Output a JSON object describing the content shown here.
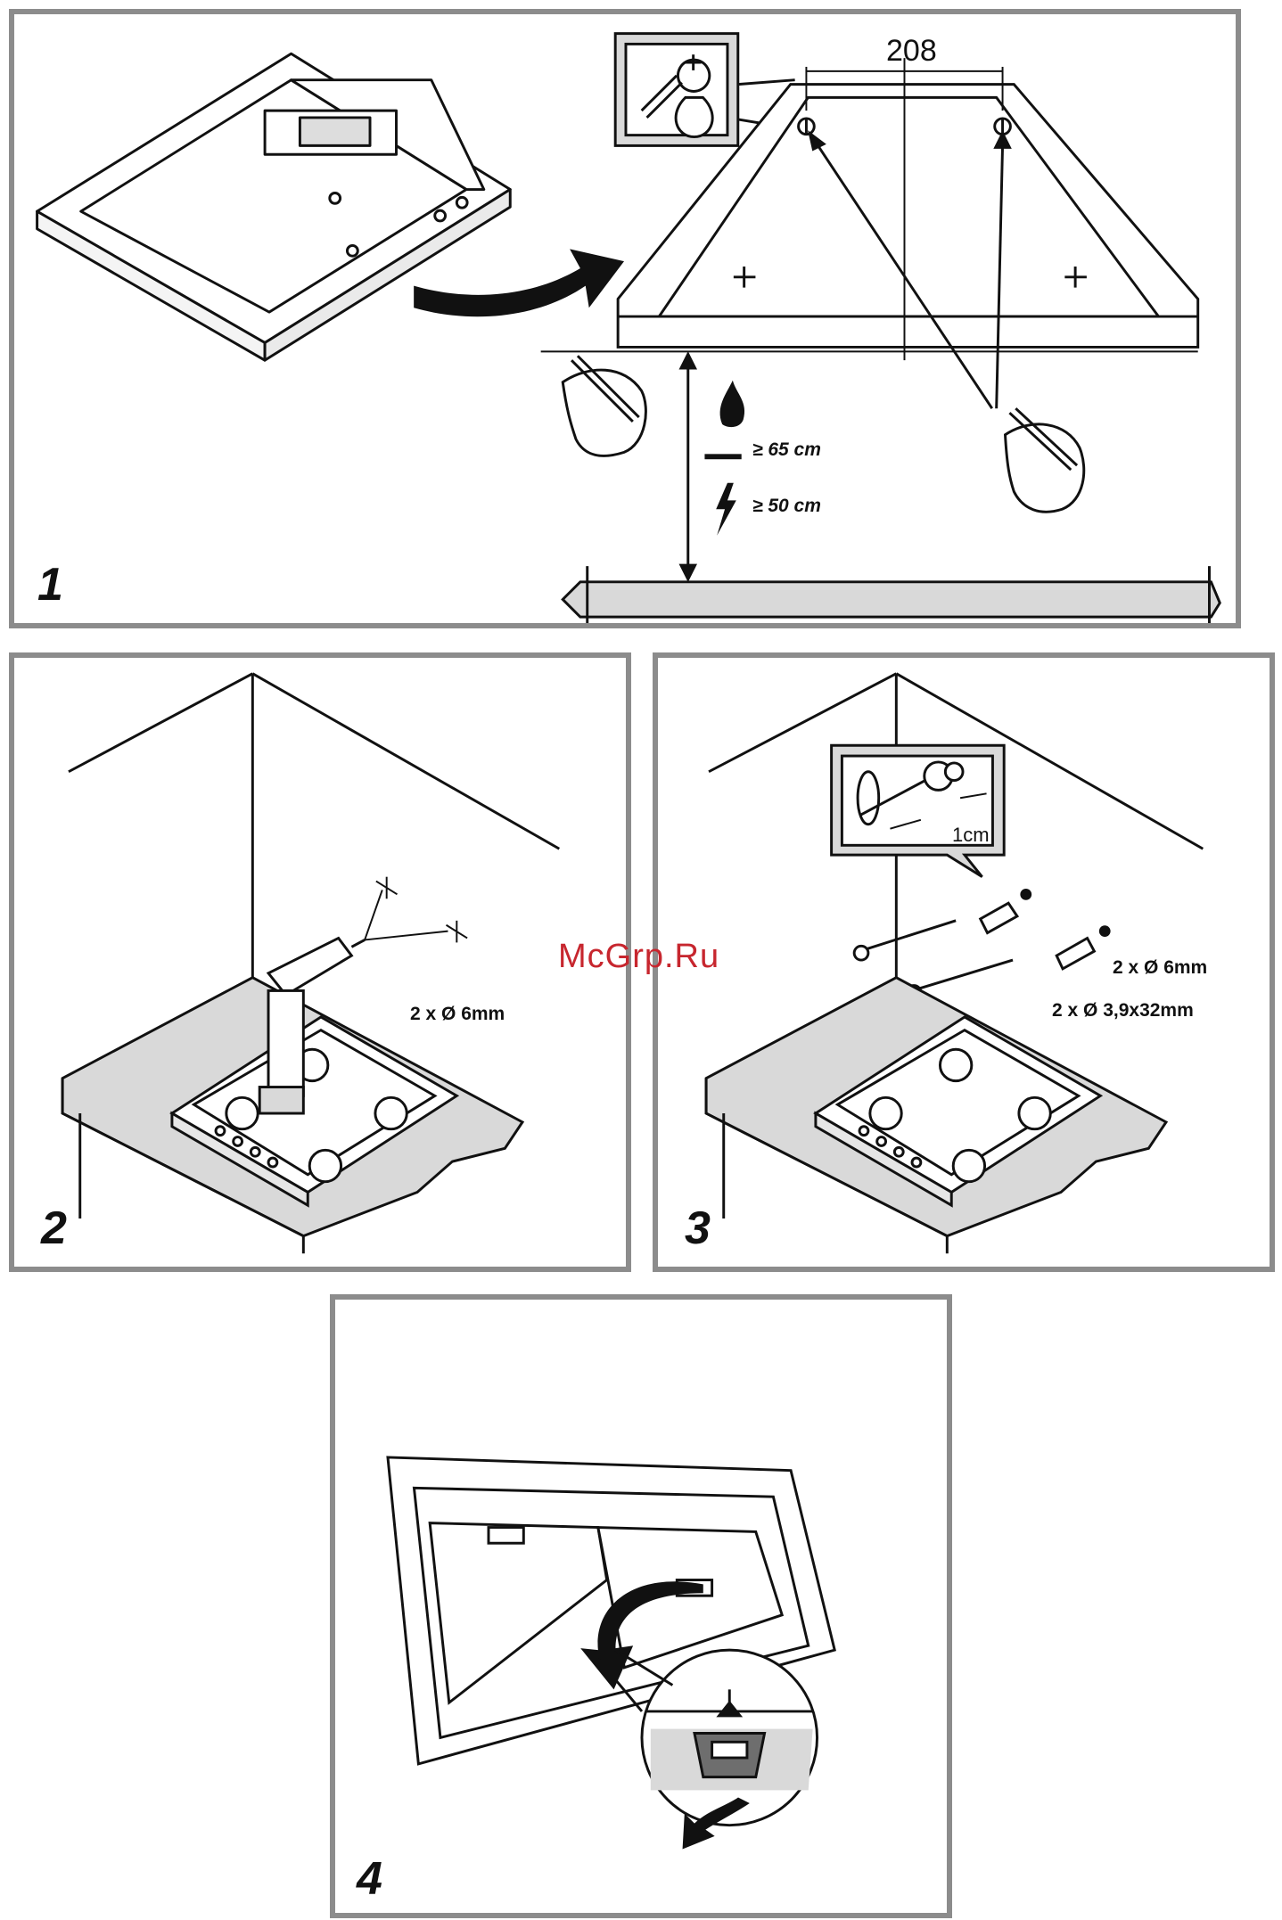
{
  "panels": [
    {
      "step": "1",
      "labels": {
        "dimension": "208",
        "gas_clearance": "≥ 65 cm",
        "electric_clearance": "≥ 50 cm"
      }
    },
    {
      "step": "2",
      "labels": {
        "drill_spec": "2 x Ø 6mm"
      }
    },
    {
      "step": "3",
      "labels": {
        "callout_depth": "1cm",
        "plug_spec": "2 x Ø 6mm",
        "screw_spec": "2 x Ø 3,9x32mm"
      }
    },
    {
      "step": "4"
    }
  ],
  "icons": [
    "ducted-mode-icon",
    "recirculation-mode-icon"
  ],
  "watermark": "McGrp.Ru",
  "colors": {
    "border": "#8c8c8c",
    "countertop": "#d9d9d9",
    "watermark": "#c7262e"
  }
}
